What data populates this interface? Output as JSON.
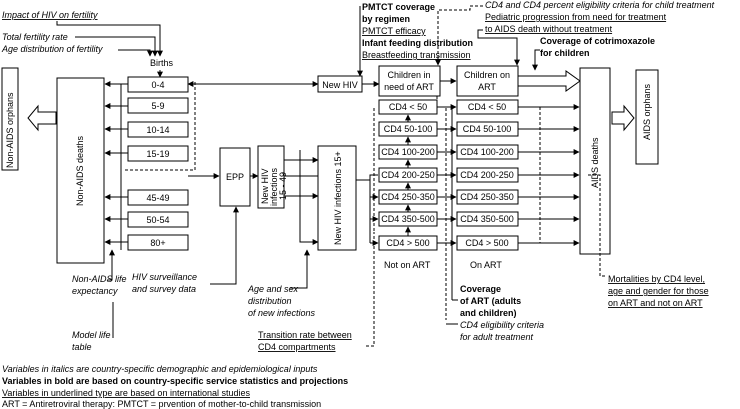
{
  "top_left_inputs": [
    "Impact of HIV on fertility",
    "Total fertility rate",
    "Age distribution of fertility"
  ],
  "births_label": "Births",
  "age_groups": [
    "0-4",
    "5-9",
    "10-14",
    "15-19",
    "45-49",
    "50-54",
    "80+"
  ],
  "non_aids_orphans": "Non-AIDS orphans",
  "non_aids_deaths": "Non-AIDS deaths",
  "epp": "EPP",
  "new_hiv_infections_15_49": "New HIV infections 15 - 49",
  "new_hiv_infections_15plus": "New HIV infections 15+",
  "new_hiv": "New HIV",
  "pmtct": {
    "coverage_line1": "PMTCT coverage",
    "coverage_line2": "by regimen",
    "efficacy": "PMTCT efficacy",
    "infant_feeding": "Infant feeding distribution",
    "breastfeeding": "Breastfeeding transmission"
  },
  "children_in_need": "Children in need of ART",
  "children_on_art": "Children on ART",
  "cd4_top_criteria": "CD4 and CD4 percent eligibility criteria for child treatment",
  "pediatric_line1": "Pediatric progression from need for treatment",
  "pediatric_line2": "to AIDS death without treatment",
  "cotrimoxazole_line1": "Coverage of cotrimoxazole",
  "cotrimoxazole_line2": "for children",
  "cd4_not_on_art": [
    "CD4 < 50",
    "CD4 50-100",
    "CD4 100-200",
    "CD4 200-250",
    "CD4 250-350",
    "CD4 350-500",
    "CD4 > 500"
  ],
  "cd4_on_art": [
    "CD4 < 50",
    "CD4 50-100",
    "CD4 100-200",
    "CD4 200-250",
    "CD4 250-350",
    "CD4 350-500",
    "CD4 > 500"
  ],
  "not_on_art": "Not on ART",
  "on_art": "On ART",
  "aids_deaths": "AIDS deaths",
  "aids_orphans": "AIDS orphans",
  "non_aids_life_line1": "Non-AIDS life",
  "non_aids_life_line2": "expectancy",
  "surveillance_line1": "HIV surveillance",
  "surveillance_line2": "and survey data",
  "age_sex_line1": "Age and sex",
  "age_sex_line2": "distribution",
  "age_sex_line3": "of new infections",
  "model_life_line1": "Model life",
  "model_life_line2": "table",
  "transition_line1": "Transition rate between",
  "transition_line2": "CD4 compartments",
  "coverage_art_line1": "Coverage",
  "coverage_art_line2": "of ART (adults",
  "coverage_art_line3": "and children)",
  "cd4_adult_line1": "CD4 eligibility criteria",
  "cd4_adult_line2": "for adult treatment",
  "mortality_line1": "Mortalities by CD4 level,",
  "mortality_line2": "age and gender for those",
  "mortality_line3": "on ART and not on ART",
  "legend": {
    "italics": "Variables in italics are country-specific demographic and epidemiological inputs",
    "bold": "Variables in bold are based on country-specific service statistics and projections",
    "underline": "Variables in underlined type are based on international studies",
    "abbrev": "ART = Antiretroviral therapy: PMTCT = prvention of mother-to-child transmission"
  }
}
